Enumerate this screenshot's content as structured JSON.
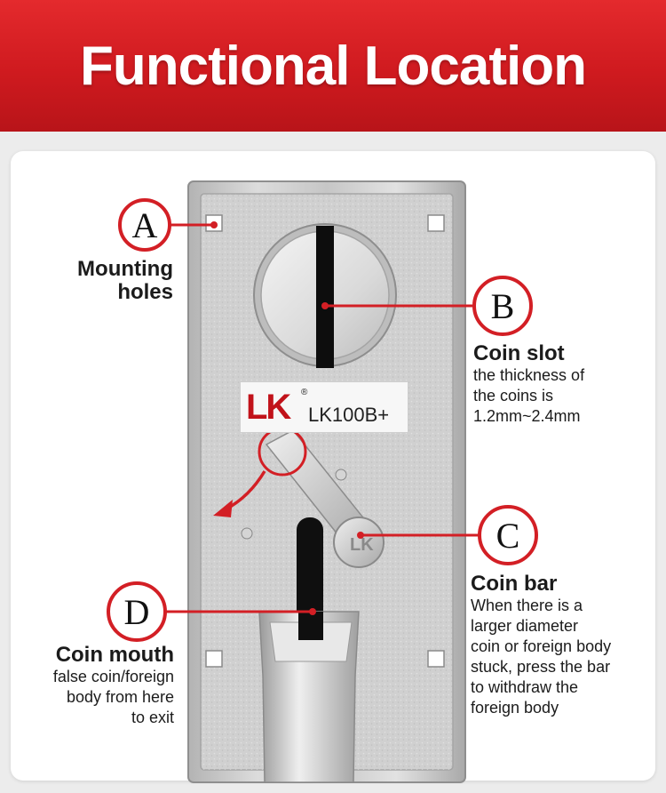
{
  "header": {
    "title": "Functional Location"
  },
  "product": {
    "brand": "LK",
    "registered": "®",
    "model": "LK100B+",
    "badge_logo": "LK"
  },
  "markers": {
    "a": "A",
    "b": "B",
    "c": "C",
    "d": "D"
  },
  "callouts": {
    "mounting": {
      "title_line1": "Mounting",
      "title_line2": "holes"
    },
    "coin_slot": {
      "title": "Coin slot",
      "desc_lines": [
        "the thickness of",
        "the coins is",
        "1.2mm~2.4mm"
      ]
    },
    "coin_bar": {
      "title": "Coin bar",
      "desc_lines": [
        "When there is a",
        "larger diameter",
        "coin or foreign body",
        "stuck, press the bar",
        "to withdraw the",
        "foreign body"
      ]
    },
    "coin_mouth": {
      "title": "Coin mouth",
      "desc_lines": [
        "false coin/foreign",
        "body from here",
        "to exit"
      ]
    }
  },
  "colors": {
    "accent": "#d31f25",
    "header_bg": "#d11c22",
    "metal": "#c9c9c9",
    "text": "#1b1b1b"
  }
}
